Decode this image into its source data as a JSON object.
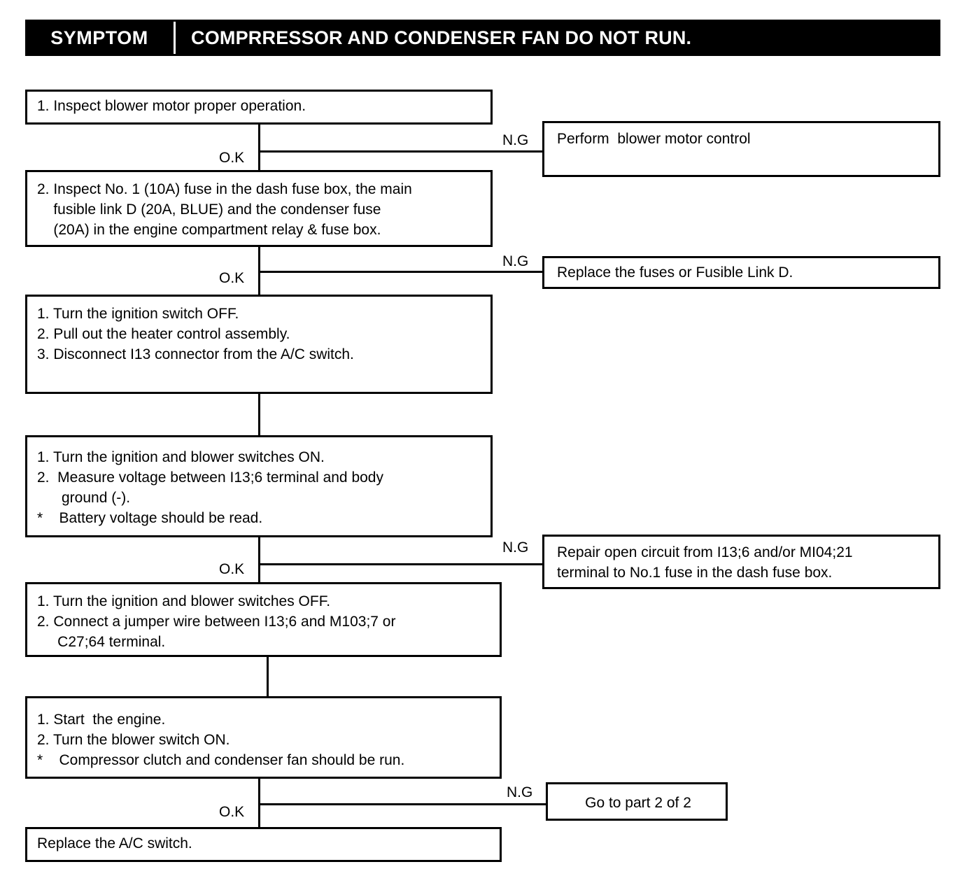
{
  "header": {
    "symptom_label": "SYMPTOM",
    "title": "COMPRRESSOR AND CONDENSER FAN DO NOT RUN."
  },
  "branch_labels": {
    "ok": "O.K",
    "ng": "N.G"
  },
  "steps": [
    {
      "id": "step-1",
      "lines": [
        "1. Inspect blower motor proper operation."
      ]
    },
    {
      "id": "step-2",
      "lines": [
        "2. Inspect No. 1 (10A) fuse in the dash fuse box, the main",
        "    fusible link D (20A, BLUE) and the condenser fuse",
        "    (20A) in the engine compartment relay & fuse box."
      ]
    },
    {
      "id": "step-3",
      "lines": [
        "1. Turn the ignition switch OFF.",
        "2. Pull out the heater control assembly.",
        "",
        "3. Disconnect I13 connector from the A/C switch."
      ]
    },
    {
      "id": "step-4",
      "lines": [
        "1. Turn the ignition and blower switches ON.",
        "2.  Measure voltage between I13;6 terminal and body",
        "      ground (-).",
        "*    Battery voltage should be read."
      ]
    },
    {
      "id": "step-5",
      "lines": [
        "1. Turn the ignition and blower switches OFF.",
        "2. Connect a jumper wire between I13;6 and M103;7 or",
        "     C27;64 terminal."
      ]
    },
    {
      "id": "step-6",
      "lines": [
        "1. Start  the engine.",
        "2. Turn the blower switch ON.",
        "*    Compressor clutch and condenser fan should be run."
      ]
    },
    {
      "id": "step-7",
      "lines": [
        "Replace the A/C switch."
      ]
    }
  ],
  "outcomes": [
    {
      "id": "outcome-1",
      "lines": [
        "Perform  blower motor control"
      ]
    },
    {
      "id": "outcome-2",
      "lines": [
        "Replace the fuses or Fusible Link D."
      ]
    },
    {
      "id": "outcome-3",
      "lines": [
        "Repair open circuit from I13;6 and/or MI04;21",
        "terminal to No.1 fuse in the dash fuse box."
      ]
    },
    {
      "id": "outcome-4",
      "lines": [
        "Go to part 2 of 2"
      ]
    }
  ],
  "colors": {
    "ink": "#000000",
    "paper": "#ffffff"
  }
}
